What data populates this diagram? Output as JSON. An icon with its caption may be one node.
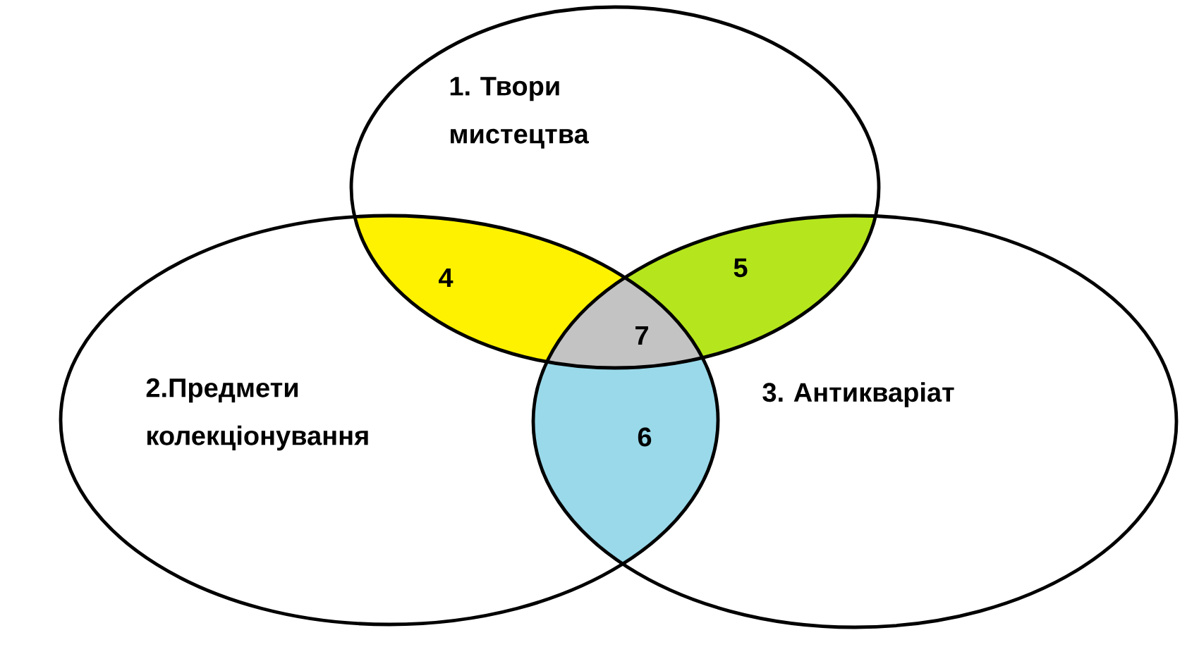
{
  "diagram": {
    "nodes": [
      {
        "text": [
          "1. Твори мистецтва"
        ]
      },
      {
        "text": [
          "2.Предмети колекціонування"
        ]
      },
      {
        "text": [
          "3. Антикваріат"
        ]
      }
    ],
    "labels": [
      "4",
      "5",
      "7",
      "6"
    ]
  }
}
